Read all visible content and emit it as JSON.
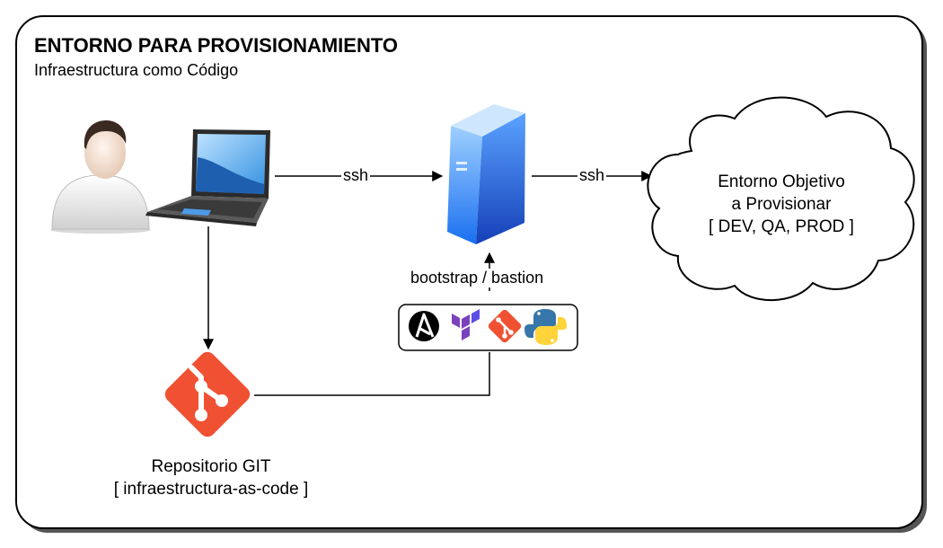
{
  "header": {
    "title": "ENTORNO PARA PROVISIONAMIENTO",
    "subtitle": "Infraestructura como Código"
  },
  "edges": {
    "laptop_to_server": "ssh",
    "server_to_cloud": "ssh"
  },
  "bastion": {
    "label": "bootstrap / bastion",
    "tools": [
      "ansible-icon",
      "terraform-icon",
      "git-icon",
      "python-icon"
    ]
  },
  "cloud": {
    "line1": "Entorno Objetivo",
    "line2": "a Provisionar",
    "line3": "[ DEV, QA, PROD ]"
  },
  "repo": {
    "line1": "Repositorio GIT",
    "line2": "[ infraestructura-as-code ]"
  },
  "colors": {
    "git": "#F05133",
    "terraform": "#7B42BC",
    "server_front": "#2C7CF0",
    "server_side": "#1B4FC7",
    "python_blue": "#3776AB",
    "python_yellow": "#FFD43B"
  }
}
